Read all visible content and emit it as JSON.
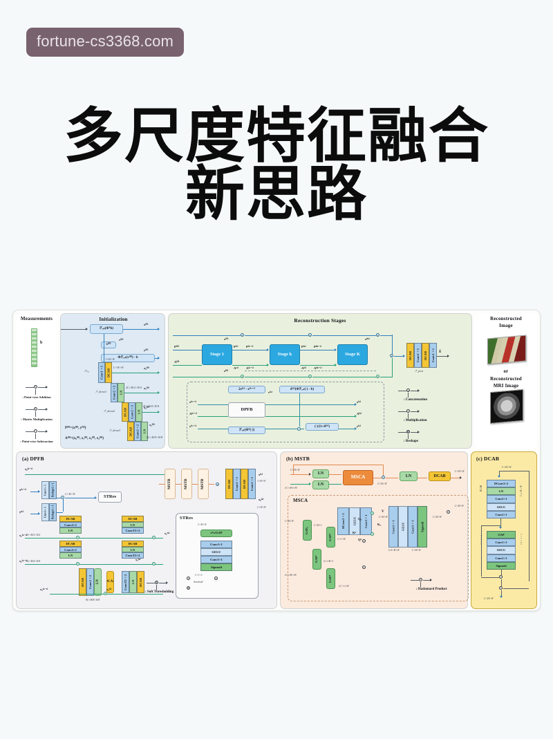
{
  "watermark": {
    "text": "fortune-cs3368.com",
    "bg": "#6f5763"
  },
  "title": {
    "line1": "多尺度特征融合",
    "line2": "新思路"
  },
  "figure": {
    "measurements": {
      "title": "Measurements",
      "vector_label": "b"
    },
    "legend_left": [
      {
        "symbol": "plus-circle",
        "label": ": Point-wise Addition"
      },
      {
        "symbol": "times-circle",
        "label": ": Matrix Multiplication"
      },
      {
        "symbol": "minus-circle",
        "label": ": Point-wise Subtraction"
      }
    ],
    "legend_mid": [
      {
        "symbol": "c-circle",
        "label": ": Concatenation"
      },
      {
        "symbol": "dot-circle",
        "label": ": Multiplication"
      },
      {
        "symbol": "r-circle",
        "label": ": Reshape"
      }
    ],
    "initialization": {
      "title": "Initialization",
      "boxes": [
        "ℱᵣₑₜ(Φᵀb)",
        "x⁽⁰⁾",
        "Φℱᵣₑₜ(v⁽⁰⁾) - b"
      ],
      "stack_labels": [
        "Conv1×1",
        "DCAB",
        "Conv2×2",
        "LN",
        "DCAB",
        "Conv2×2",
        "LN",
        "DCAB",
        "Conv2×2",
        "LN"
      ],
      "flow_labels": [
        "ℱₚᵣₑ",
        "ℱ_down1",
        "ℱ_down2",
        "ℱ_down3"
      ],
      "outputs": [
        "x⁽⁰⁾",
        "v⁽⁰⁾",
        "y⁽⁰⁾",
        "x₀⁽⁰⁾",
        "x₁⁽⁰⁾",
        "x₂⁽⁰⁾",
        "x₃⁽⁰⁾"
      ],
      "dim_labels": [
        "1×H×W",
        "C×H×W",
        "2C×H/2×W/2",
        "4C×H/4×W/4",
        "8C×H/8×W/8"
      ],
      "equations": [
        "P⁽⁰⁾={x⁽⁰⁾, y⁽⁰⁾}",
        "A⁽⁰⁾={x₀⁽⁰⁾, x₁⁽⁰⁾, x₂⁽⁰⁾, x₃⁽⁰⁾}"
      ]
    },
    "reconstruction": {
      "title": "Reconstruction Stages",
      "stages": [
        "Stage 1",
        "Stage k",
        "Stage K"
      ],
      "signals": [
        "P⁽⁰⁾",
        "A⁽⁰⁾",
        "x⁽⁰⁾",
        "z⁽⁰⁾",
        "P⁽¹⁾",
        "A⁽¹⁾",
        "P⁽ᵏ⁻¹⁾",
        "A⁽ᵏ⁻¹⁾",
        "P⁽ᵏ⁾",
        "A⁽ᵏ⁾",
        "P⁽ᴷ⁻¹⁾",
        "A⁽ᴷ⁻¹⁾",
        "x⁽ᴷ⁾"
      ],
      "detail": {
        "block": "DPFB",
        "boxes": [
          "2x⁽ᵏ⁾ - x⁽ᵏ⁻¹⁾",
          "δ⁽ᵏ⁾(Φℱᵣₑₜ(·) - b)",
          "ℱᵣₑₜ(Φᵀ(·))",
          "(·)/(1+δ⁽ᵏ⁾)"
        ],
        "inputs": [
          "x⁽ᵏ⁻¹⁾",
          "A⁽ᵏ⁻¹⁾",
          "y⁽ᵏ⁻¹⁾"
        ],
        "outputs": [
          "x⁽ᵏ⁾",
          "A⁽ᵏ⁾",
          "y⁽ᵏ⁾"
        ],
        "mid_label": "v⁽ᵏ⁾"
      },
      "post": {
        "label": "ℱ_post",
        "stack": [
          "DCAB",
          "Conv1×1",
          "DCAB",
          "Conv1×1"
        ],
        "output": "x̂"
      }
    },
    "output": {
      "title_line1": "Reconstructed",
      "title_line2": "Image",
      "or": "or",
      "title2_line1": "Reconstructed",
      "title2_line2": "MRI Image",
      "thumb1": "parrot-photo",
      "thumb2": "mri-brain-scan"
    },
    "panel_a": {
      "title": "(a) DPFB",
      "inputs": [
        "x₀⁽ᵏ⁻¹⁾",
        "x⁽ᵏ⁻¹⁾",
        "y⁽ᵏ⁾",
        "x₁⁽ᵏ⁻¹⁾",
        "x₂⁽ᵏ⁻¹⁾",
        "x₃⁽ᵏ⁻¹⁾"
      ],
      "outputs": [
        "x⁽ᵏ⁾",
        "x₀⁽ᵏ⁾",
        "x₁⁽ᵏ⁾",
        "x₂⁽ᵏ⁾",
        "x₃⁽ᵏ⁾"
      ],
      "front_stack": [
        "Conv1×1",
        "Reshape1×1",
        "Conv1×1",
        "Reshape1×1"
      ],
      "mstb_label": "MSTB",
      "mstb_count": 3,
      "stacks": [
        [
          "DCAB",
          "Conv2×2",
          "LN"
        ],
        [
          "DCAB",
          "LN",
          "ConvT2×2"
        ],
        [
          "DCAB",
          "LN",
          "ConvT2×2"
        ],
        [
          "DCAB",
          "Conv2×2",
          "LN"
        ],
        [
          "DCAB",
          "Conv2×2",
          "LN"
        ],
        [
          "ConvT2×2",
          "LN",
          "DCAB"
        ]
      ],
      "tail_stack": [
        "DCAB",
        "Conv1×1",
        "DCAB",
        "DCAB",
        "Conv1×1"
      ],
      "dim_labels": [
        "C×H×W",
        "2C×H/2×W/2",
        "4C×H/4×W/4",
        "8C×H/8×W/8",
        "1×H×W"
      ],
      "strres": {
        "title": "STRes",
        "stack": [
          "Conv1×1",
          "GELU",
          "Conv1×1",
          "Sigmoid"
        ],
        "gap": "xᵀx/GAP",
        "threshold": "threshold",
        "dims": [
          "C×H×W",
          "C×1×1"
        ]
      },
      "soft_threshold_legend": ": Soft Thresholding"
    },
    "panel_b": {
      "title": "(b) MSTB",
      "chain": [
        "LN",
        "LN",
        "MSCA",
        "LN",
        "DCAB"
      ],
      "dims": [
        "C×H×W",
        "rC×rH×rW"
      ],
      "msca": {
        "title": "MSCA",
        "top_stack": [
          "DConv3×3",
          "GELU",
          "Conv1×1"
        ],
        "gap_blocks": [
          "GAPₐ",
          "GAPᵇ",
          "GAPᶜ",
          "GAPᵈ"
        ],
        "right_stack_top": [
          "Conv1×1",
          "GELU",
          "Conv1×1",
          "Sigmoid"
        ],
        "right_stack_bot": [
          "Conv1×1",
          "GELU",
          "Conv1×1",
          "Sigmoid"
        ],
        "symbols": [
          "V",
          "Qₐ",
          "Kₐ",
          "Qᵇ",
          "Kᵇ"
        ],
        "dims": [
          "C×H×W",
          "C×H×1",
          "C×1×W",
          "C/2×H×W",
          "rC×rH×1",
          "rC×1×rW"
        ]
      },
      "hadamard_legend": ": Hadamard Product"
    },
    "panel_c": {
      "title": "(c) DCAB",
      "stack_top": [
        "DConv3×3",
        "LN",
        "Conv1×1",
        "GELU",
        "Conv1×1"
      ],
      "stack_bot": [
        "GAP",
        "Conv1×1",
        "GELU",
        "Conv1×1",
        "Sigmoid"
      ],
      "side_labels": [
        "DCAB",
        "C×H×W",
        "C×1×1",
        "C/r×1×1"
      ],
      "io": [
        "C×H×W",
        "C×H×W"
      ]
    }
  }
}
